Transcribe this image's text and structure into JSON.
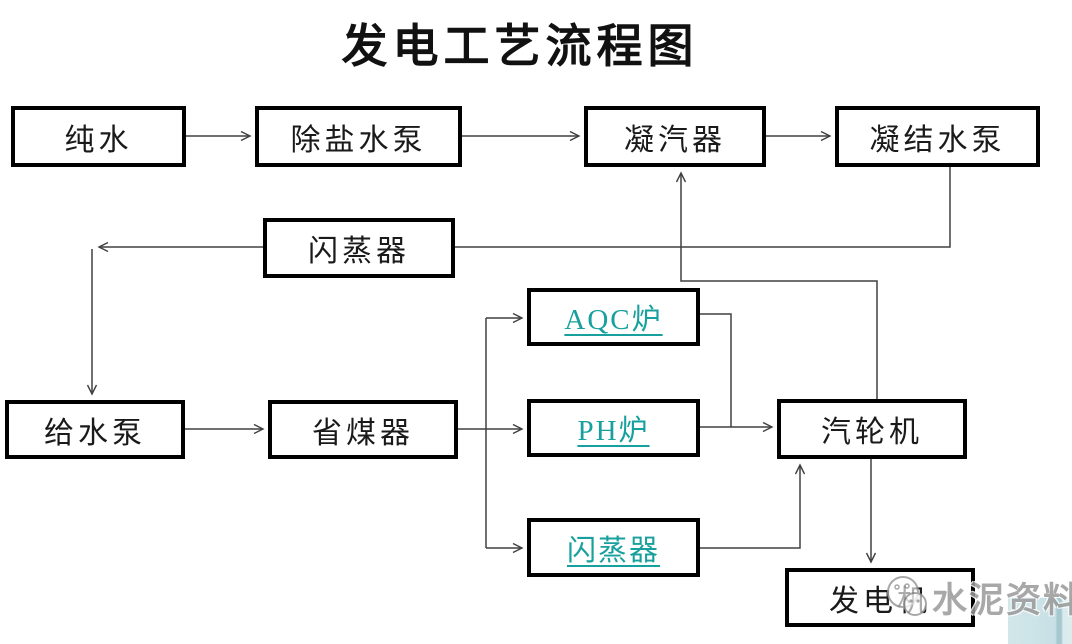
{
  "title": "发电工艺流程图",
  "colors": {
    "box_border": "#000000",
    "plain_text": "#1a1a1a",
    "link_text": "#17a09d",
    "connector": "#404040",
    "watermark_text": "#9a9a9a",
    "decoration_fill": "#c7e0e5",
    "decoration_edge": "#a6c8cf"
  },
  "nodes": [
    {
      "id": "pure-water",
      "label": "纯水",
      "style": "plain"
    },
    {
      "id": "desalted-water-pump",
      "label": "除盐水泵",
      "style": "plain"
    },
    {
      "id": "condenser",
      "label": "凝汽器",
      "style": "plain"
    },
    {
      "id": "condensate-pump",
      "label": "凝结水泵",
      "style": "plain"
    },
    {
      "id": "flash-evaporator-top",
      "label": "闪蒸器",
      "style": "plain"
    },
    {
      "id": "aqc-boiler",
      "label": "AQC炉",
      "style": "link"
    },
    {
      "id": "feed-water-pump",
      "label": "给水泵",
      "style": "plain"
    },
    {
      "id": "economizer",
      "label": "省煤器",
      "style": "plain"
    },
    {
      "id": "ph-boiler",
      "label": "PH炉",
      "style": "link"
    },
    {
      "id": "steam-turbine",
      "label": "汽轮机",
      "style": "plain"
    },
    {
      "id": "flash-evaporator-bottom",
      "label": "闪蒸器",
      "style": "link"
    },
    {
      "id": "generator",
      "label": "发电机",
      "style": "plain"
    }
  ],
  "edges": [
    {
      "from": "pure-water",
      "to": "desalted-water-pump",
      "arrow": true
    },
    {
      "from": "desalted-water-pump",
      "to": "condenser",
      "arrow": true
    },
    {
      "from": "condenser",
      "to": "condensate-pump",
      "arrow": true
    },
    {
      "from": "condensate-pump",
      "to": "flash-evaporator-top",
      "arrow": false
    },
    {
      "from": "flash-evaporator-top",
      "to": "feed-water-pump",
      "arrow": true
    },
    {
      "from": "feed-water-pump",
      "to": "economizer",
      "arrow": true
    },
    {
      "from": "economizer",
      "to": "aqc-boiler",
      "arrow": true
    },
    {
      "from": "economizer",
      "to": "ph-boiler",
      "arrow": true
    },
    {
      "from": "economizer",
      "to": "flash-evaporator-bottom",
      "arrow": true
    },
    {
      "from": "aqc-boiler",
      "to": "steam-turbine",
      "arrow": true
    },
    {
      "from": "ph-boiler",
      "to": "steam-turbine",
      "arrow": true
    },
    {
      "from": "flash-evaporator-bottom",
      "to": "steam-turbine",
      "arrow": true
    },
    {
      "from": "steam-turbine",
      "to": "condenser",
      "arrow": true
    },
    {
      "from": "steam-turbine",
      "to": "generator",
      "arrow": true
    }
  ],
  "watermark": {
    "text": "水泥资料",
    "icon": "wechat-logo-icon"
  }
}
